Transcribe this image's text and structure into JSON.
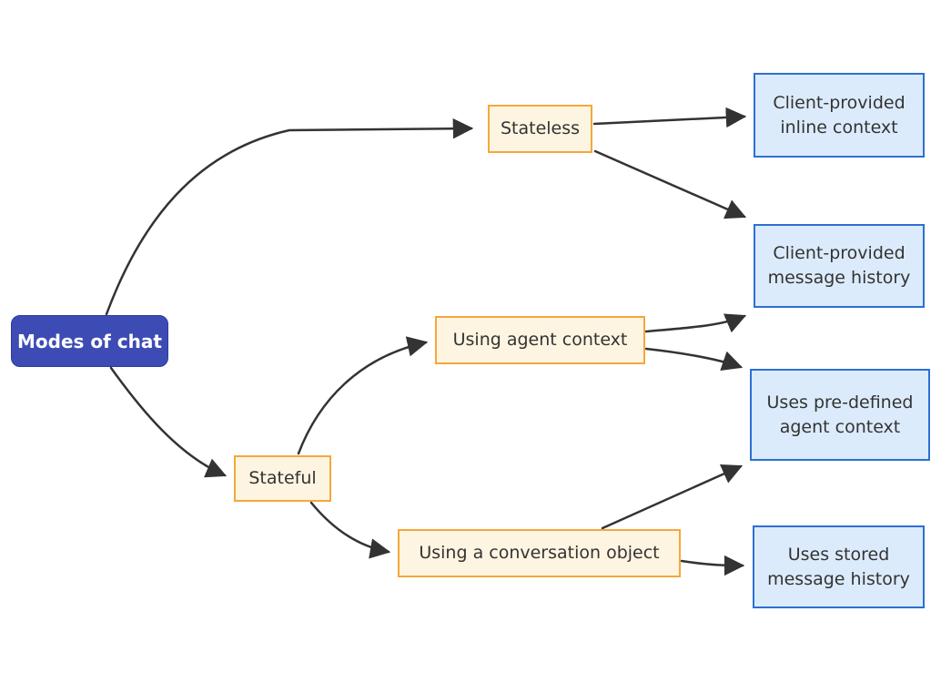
{
  "diagram": {
    "type": "flowchart",
    "direction": "left-to-right",
    "nodes": {
      "modes_of_chat": {
        "label": "Modes of chat",
        "role": "root"
      },
      "stateless": {
        "label": "Stateless",
        "role": "branch"
      },
      "stateful": {
        "label": "Stateful",
        "role": "branch"
      },
      "using_agent_context": {
        "label": "Using agent context",
        "role": "branch"
      },
      "using_conversation_object": {
        "label": "Using a conversation object",
        "role": "branch"
      },
      "client_inline_context": {
        "label": "Client-provided inline context",
        "role": "leaf"
      },
      "client_message_history": {
        "label": "Client-provided message history",
        "role": "leaf"
      },
      "uses_predefined_agent_context": {
        "label": "Uses pre-defined agent context",
        "role": "leaf"
      },
      "uses_stored_message_history": {
        "label": "Uses stored message history",
        "role": "leaf"
      }
    },
    "edges": [
      {
        "from": "modes_of_chat",
        "to": "stateless"
      },
      {
        "from": "modes_of_chat",
        "to": "stateful"
      },
      {
        "from": "stateless",
        "to": "client_inline_context"
      },
      {
        "from": "stateless",
        "to": "client_message_history"
      },
      {
        "from": "stateful",
        "to": "using_agent_context"
      },
      {
        "from": "stateful",
        "to": "using_conversation_object"
      },
      {
        "from": "using_agent_context",
        "to": "client_message_history"
      },
      {
        "from": "using_agent_context",
        "to": "uses_predefined_agent_context"
      },
      {
        "from": "using_conversation_object",
        "to": "uses_predefined_agent_context"
      },
      {
        "from": "using_conversation_object",
        "to": "uses_stored_message_history"
      }
    ],
    "colors": {
      "root_fill": "#3c4cb4",
      "root_border": "#2e3a9e",
      "root_text": "#ffffff",
      "branch_fill": "#fdf5e1",
      "branch_border": "#f5a73a",
      "leaf_fill": "#dcebfb",
      "leaf_border": "#2d6fd2",
      "node_text": "#333333",
      "edge": "#333333"
    }
  }
}
